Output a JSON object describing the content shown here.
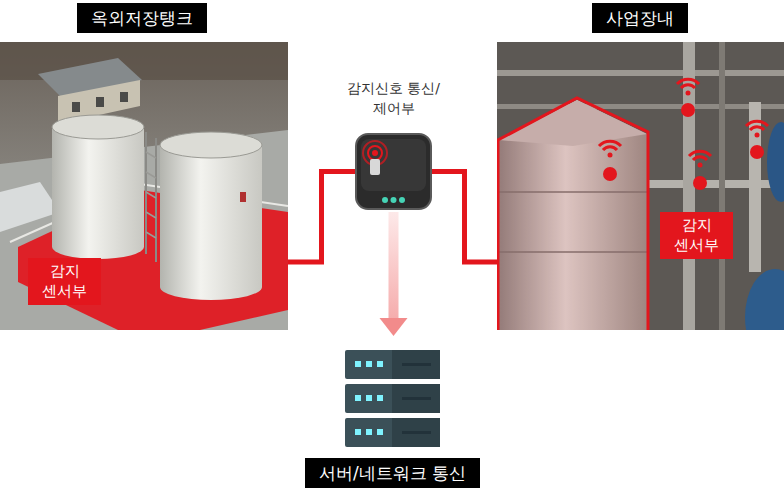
{
  "diagram": {
    "nodes": [
      {
        "text": [
          "옥외저장탱크"
        ]
      },
      {
        "text": [
          "감지 센서부"
        ],
        "in": 0
      },
      {
        "text": [
          "감지신호 통신/제어부"
        ]
      },
      {
        "text": [
          "사업장내"
        ]
      },
      {
        "text": [
          "감지 센서부"
        ],
        "in": 3
      },
      {
        "text": [
          "서버/네트워크 통신"
        ]
      }
    ],
    "edges": [
      {
        "from": 0,
        "to": 2,
        "arrow": "none"
      },
      {
        "from": 2,
        "to": 3,
        "arrow": "none"
      },
      {
        "from": 2,
        "to": 5,
        "arrow": "to"
      }
    ]
  }
}
